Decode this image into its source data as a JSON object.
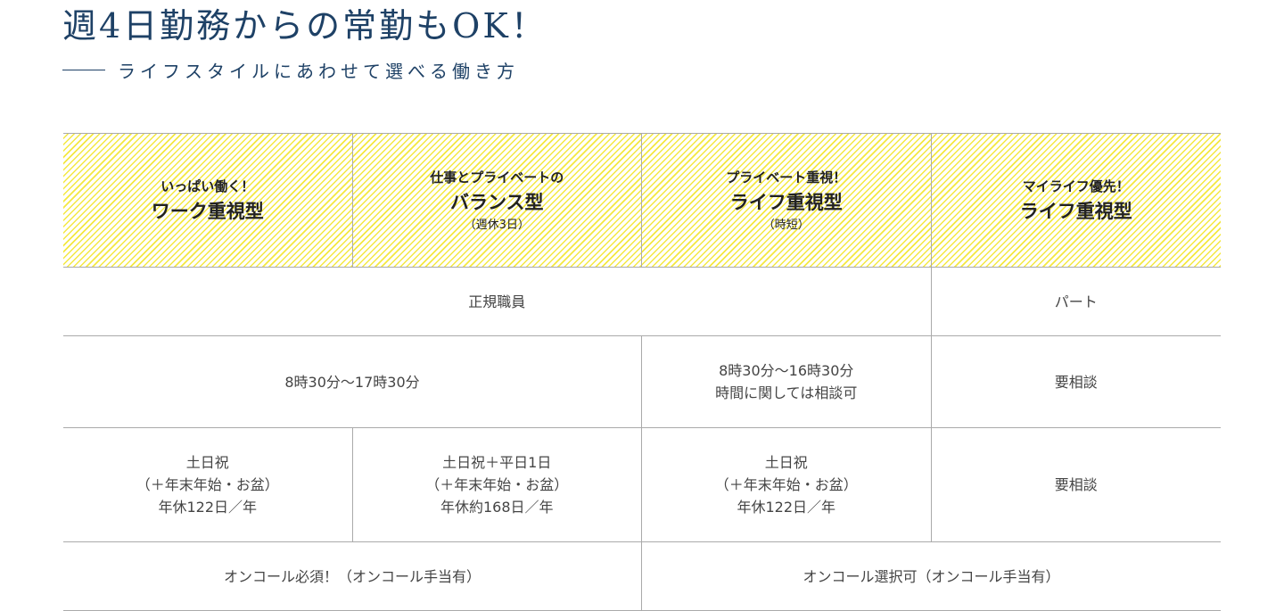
{
  "heading": {
    "title": "週4日勤務からの常勤もOK！",
    "subtitle": "ライフスタイルにあわせて選べる働き方"
  },
  "columns": [
    {
      "lead": "いっぱい働く！",
      "type": "ワーク重視型",
      "note": ""
    },
    {
      "lead": "仕事とプライベートの",
      "type": "バランス型",
      "note": "（週休3日）"
    },
    {
      "lead": "プライベート重視！",
      "type": "ライフ重視型",
      "note": "（時短）"
    },
    {
      "lead": "マイライフ優先！",
      "type": "ライフ重視型",
      "note": ""
    }
  ],
  "employment": {
    "fulltime": "正規職員",
    "part": "パート"
  },
  "hours": {
    "standard": "8時30分〜17時30分",
    "short_1": "8時30分〜16時30分",
    "short_2": "時間に関しては相談可",
    "part": "要相談"
  },
  "holidays": [
    {
      "l1": "土日祝",
      "l2": "（＋年末年始・お盆）",
      "l3": "年休122日／年"
    },
    {
      "l1": "土日祝＋平日1日",
      "l2": "（＋年末年始・お盆）",
      "l3": "年休約168日／年"
    },
    {
      "l1": "土日祝",
      "l2": "（＋年末年始・お盆）",
      "l3": "年休122日／年"
    },
    {
      "l1": "要相談"
    }
  ],
  "oncall": {
    "required": "オンコール必須！（オンコール手当有）",
    "optional": "オンコール選択可（オンコール手当有）"
  }
}
